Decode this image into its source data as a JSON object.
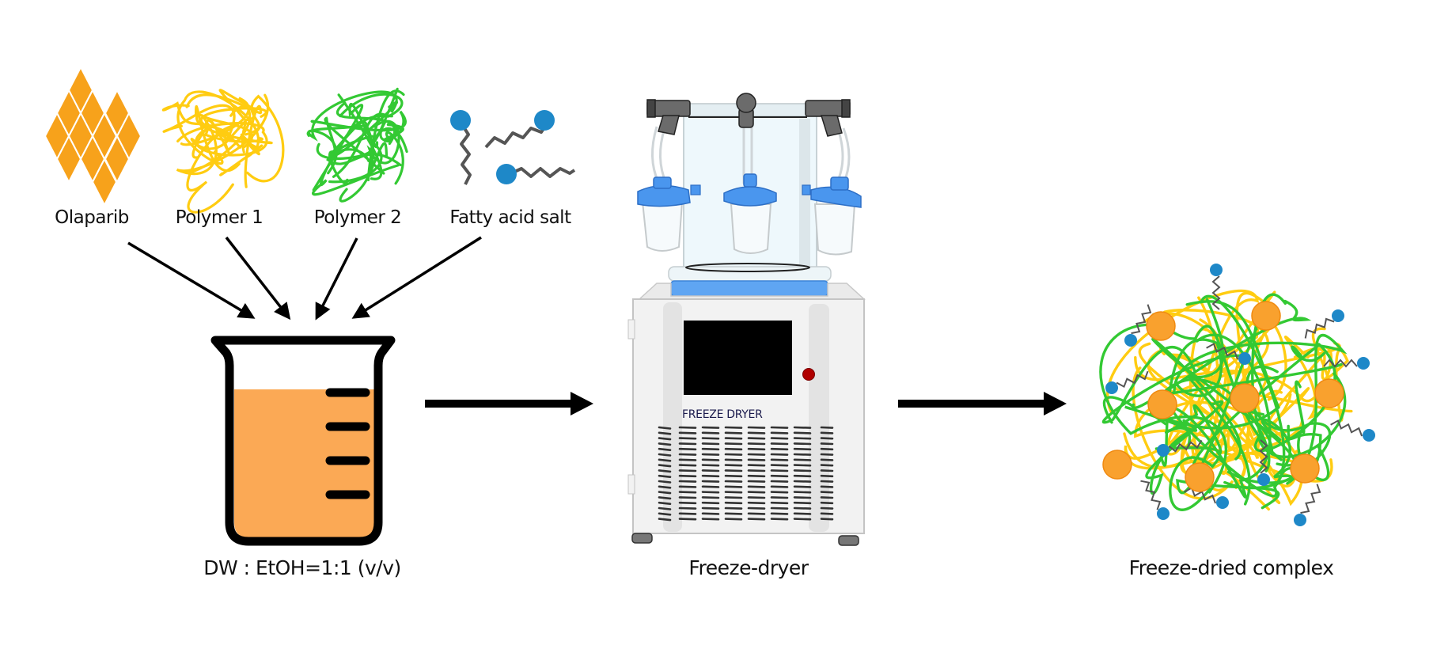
{
  "title": "Preparation of freeze-dried olaparib complex",
  "colors": {
    "olaparib": "#F7A21B",
    "polymer1": "#FFCC11",
    "polymer2": "#33C933",
    "fatty_head": "#1E88C8",
    "fatty_tail": "#555555",
    "liquid": "#FBA955",
    "flask_lid": "#4A96EE",
    "arrow": "#000000",
    "indicator": "#B00000"
  },
  "components": [
    {
      "id": "olaparib",
      "label": "Olaparib",
      "icon": "diamond-crystal-cluster-icon"
    },
    {
      "id": "polymer1",
      "label": "Polymer 1",
      "icon": "yellow-polymer-coil-icon"
    },
    {
      "id": "polymer2",
      "label": "Polymer 2",
      "icon": "green-polymer-coil-icon"
    },
    {
      "id": "fatty_acid_salt",
      "label": "Fatty acid salt",
      "icon": "surfactant-molecule-icon"
    }
  ],
  "steps": [
    {
      "id": "dissolve",
      "label": "DW : EtOH=1:1 (v/v)",
      "icon": "beaker-icon"
    },
    {
      "id": "freeze_dry",
      "label": "Freeze-dryer",
      "icon": "freeze-dryer-icon",
      "device_text": "FREEZE DRYER"
    },
    {
      "id": "product",
      "label": "Freeze-dried complex",
      "icon": "complex-particle-icon"
    }
  ],
  "solvent_ratio": {
    "DW": 1,
    "EtOH": 1,
    "unit": "v/v"
  }
}
